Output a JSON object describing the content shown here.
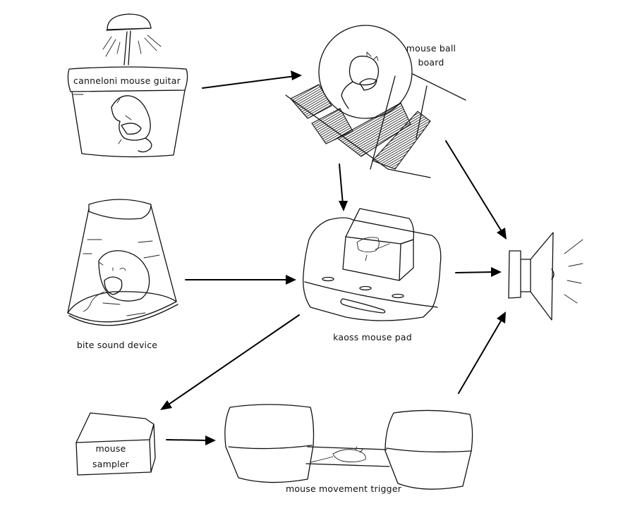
{
  "diagram": {
    "nodes": [
      {
        "id": "canneloni",
        "label": "canneloni mouse guitar",
        "icon": "flowerpot-lamp-mouse"
      },
      {
        "id": "ballboard",
        "label_lines": [
          "mouse ball",
          "board"
        ],
        "icon": "hamster-ball-board"
      },
      {
        "id": "bite",
        "label": "bite sound device",
        "icon": "cup-dome-mouse"
      },
      {
        "id": "kaoss",
        "label": "kaoss mouse pad",
        "icon": "pad-box-mouse"
      },
      {
        "id": "speaker",
        "label": "",
        "icon": "speaker"
      },
      {
        "id": "sampler",
        "label_lines": [
          "mouse",
          "sampler"
        ],
        "icon": "box"
      },
      {
        "id": "trigger",
        "label": "mouse movement trigger",
        "icon": "two-blocks-tunnel-mouse"
      }
    ],
    "edges": [
      {
        "from": "canneloni",
        "to": "ballboard"
      },
      {
        "from": "ballboard",
        "to": "kaoss"
      },
      {
        "from": "ballboard",
        "to": "speaker"
      },
      {
        "from": "bite",
        "to": "kaoss"
      },
      {
        "from": "kaoss",
        "to": "speaker"
      },
      {
        "from": "kaoss",
        "to": "sampler"
      },
      {
        "from": "sampler",
        "to": "trigger"
      },
      {
        "from": "trigger",
        "to": "speaker"
      }
    ]
  }
}
